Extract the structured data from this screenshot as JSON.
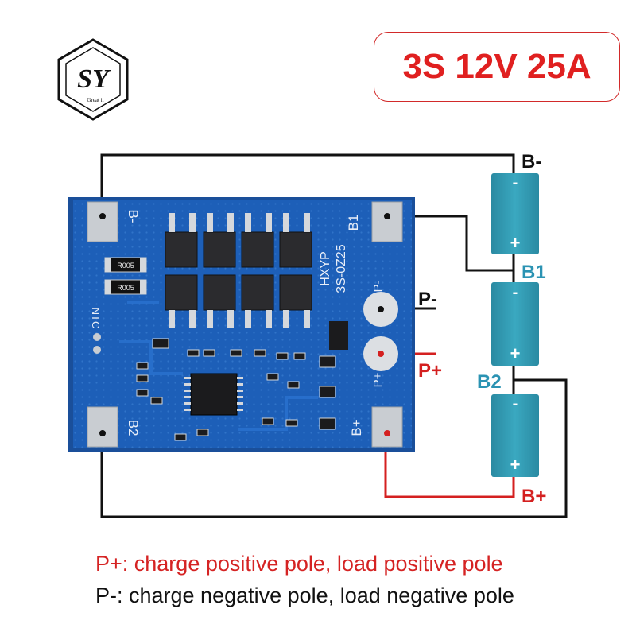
{
  "brand": {
    "logo_letters": "SY",
    "logo_tagline": "Great it"
  },
  "spec_badge": "3S 12V 25A",
  "board": {
    "model_line1": "HXYP",
    "model_line2": "3S-0Z25",
    "pad_labels": {
      "b_minus": "B-",
      "b1": "B1",
      "b2": "B2",
      "b_plus": "B+",
      "p_minus": "P-",
      "p_plus": "P+",
      "ntc": "NTC"
    },
    "resistor_marking": "R005"
  },
  "wire_labels": {
    "b_minus": "B-",
    "b1": "B1",
    "b2": "B2",
    "b_plus": "B+",
    "p_minus": "P-",
    "p_plus": "P+"
  },
  "cell_symbols": {
    "negative": "-",
    "positive": "+"
  },
  "notes": {
    "p_plus": "P+: charge positive pole, load positive pole",
    "p_minus": "P-: charge negative pole, load negative pole"
  },
  "colors": {
    "board_blue": "#1d5fb8",
    "cell_teal": "#2e96ad",
    "label_teal": "#2b93b3",
    "wire_red": "#d42020",
    "wire_black": "#111111"
  }
}
